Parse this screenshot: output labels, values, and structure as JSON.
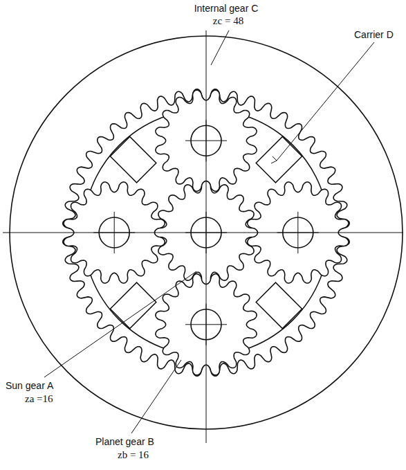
{
  "diagram": {
    "labels": [
      "Internal gear C",
      "zc = 48",
      "Carrier D",
      "Sun gear A",
      "za =16",
      "Planet gear B",
      "zb = 16"
    ]
  }
}
